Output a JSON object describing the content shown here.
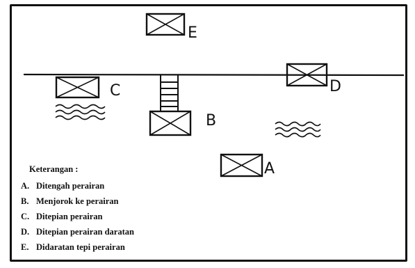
{
  "labels": {
    "a": "A",
    "b": "B",
    "c": "C",
    "d": "D",
    "e": "E"
  },
  "legend": {
    "title": "Keterangan :",
    "items": [
      {
        "key": "A.",
        "text": "Ditengah perairan"
      },
      {
        "key": "B.",
        "text": "Menjorok ke perairan"
      },
      {
        "key": "C.",
        "text": "Ditepian perairan"
      },
      {
        "key": "D.",
        "text": "Ditepian perairan daratan"
      },
      {
        "key": "E.",
        "text": "Didaratan tepi perairan"
      }
    ]
  }
}
